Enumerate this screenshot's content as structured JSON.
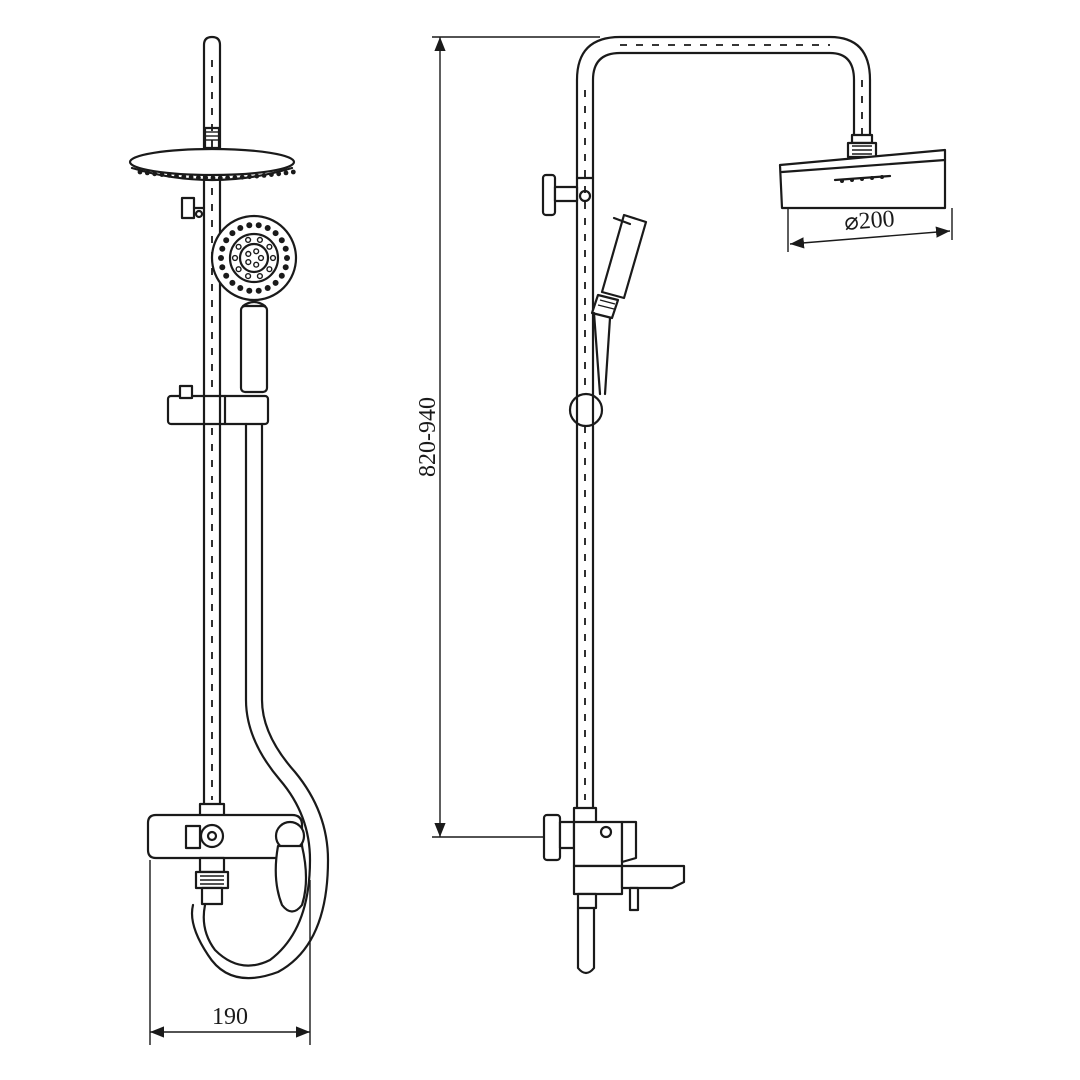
{
  "dimensions": {
    "width": "190",
    "height": "820-940",
    "head_diameter": "⌀200"
  },
  "colors": {
    "line": "#1a1a1a",
    "background": "#ffffff"
  }
}
